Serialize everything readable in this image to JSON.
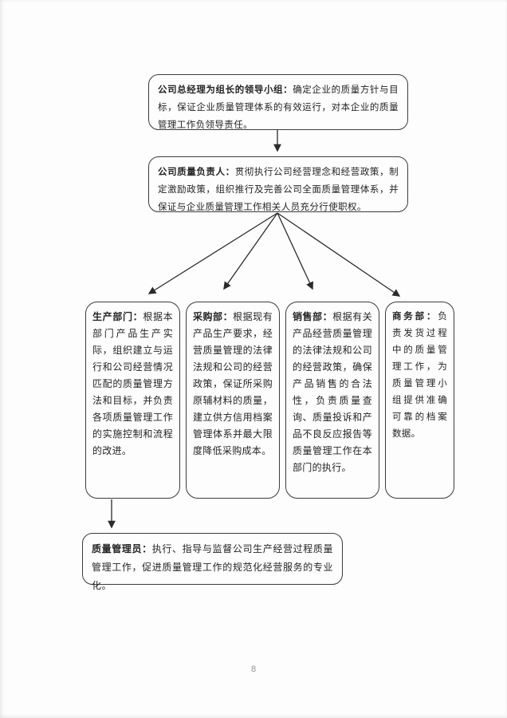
{
  "page": {
    "number": "8"
  },
  "flowchart": {
    "leadership": {
      "title": "公司总经理为组长的领导小组：",
      "body": "确定企业的质量方针与目标，保证企业质量管理体系的有效运行，对本企业的质量管理工作负领导责任。"
    },
    "quality_director": {
      "title": "公司质量负责人：",
      "body": "贯彻执行公司经营理念和经营政策，制定激励政策，组织推行及完善公司全面质量管理体系，并保证与企业质量管理工作相关人员充分行使职权。"
    },
    "departments": [
      {
        "id": "production",
        "title": "生产部门：",
        "body": "根据本部门产品生产实际，组织建立与运行和公司经营情况匹配的质量管理方法和目标，并负责各项质量管理工作的实施控制和流程的改进。"
      },
      {
        "id": "purchasing",
        "title": "采购部：",
        "body": "根据现有产品生产要求，经营质量管理的法律法规和公司的经营政策，保证所采购原辅材料的质量，建立供方信用档案管理体系并最大限度降低采购成本。"
      },
      {
        "id": "sales",
        "title": "销售部：",
        "body": "根据有关产品经营质量管理的法律法规和公司的经营政策，确保产品销售的合法性，负责质量查询、质量投诉和产品不良反应报告等质量管理工作在本部门的执行。"
      },
      {
        "id": "commerce",
        "title": "商务部：",
        "body": "负责发货过程中的质量管理工作，为质量管理小组提供准确可靠的档案数据。"
      }
    ],
    "quality_manager": {
      "title": "质量管理员：",
      "body": "执行、指导与监督公司生产经营过程质量管理工作，促进质量管理工作的规范化经营服务的专业化。"
    }
  },
  "colors": {
    "line": "#2b2b2b",
    "text": "#242424",
    "page_bg": "#fdfdfd"
  }
}
